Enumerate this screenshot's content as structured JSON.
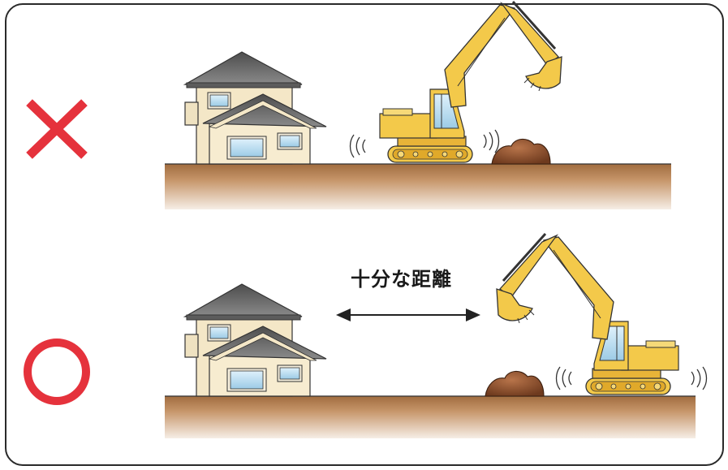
{
  "diagram": {
    "bad_example": {
      "mark": "cross-icon",
      "mark_color": "#e5323c",
      "scene": [
        "house",
        "excavator",
        "soil-pile"
      ],
      "vibration": true
    },
    "good_example": {
      "mark": "circle-icon",
      "mark_color": "#e5323c",
      "scene": [
        "house",
        "distance-arrow",
        "soil-pile",
        "excavator"
      ],
      "distance_label": "十分な距離",
      "vibration": true
    },
    "colors": {
      "ground": "#b9855a",
      "ground_top": "#8a5a30",
      "house_wall": "#f4e7c7",
      "roof": "#6b6b6b",
      "window": "#b9dcef",
      "excavator": "#f3c94a",
      "soil": "#8c4f2c"
    }
  }
}
